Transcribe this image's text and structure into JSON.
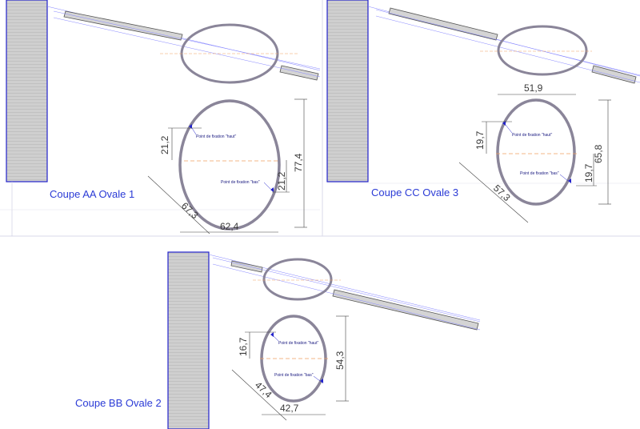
{
  "panels": [
    {
      "title": "Coupe AA Ovale 1",
      "dim_width": "62,4",
      "dim_height": "77,4",
      "dim_top": "21,2",
      "dim_bottom": "21,2",
      "dim_diag": "67,3",
      "note_top": "Point de fixation \"haut\"",
      "note_bottom": "Point de fixation \"bas\""
    },
    {
      "title": "Coupe CC Ovale 3",
      "dim_width": "51,9",
      "dim_height": "65,8",
      "dim_top": "19,7",
      "dim_bottom": "19,7",
      "dim_diag": "57,3",
      "note_top": "Point de fixation \"haut\"",
      "note_bottom": "Point de fixation \"bas\""
    },
    {
      "title": "Coupe BB Ovale 2",
      "dim_width": "42,7",
      "dim_height": "54,3",
      "dim_top": "16,7",
      "dim_diag": "47,4",
      "note_top": "Point de fixation \"haut\"",
      "note_bottom": "Point de fixation \"bas\""
    }
  ],
  "colors": {
    "wall_border": "#2222cc",
    "ellipse": "#8a8599",
    "title": "#2b3bd6",
    "centerline": "#f0a060"
  }
}
